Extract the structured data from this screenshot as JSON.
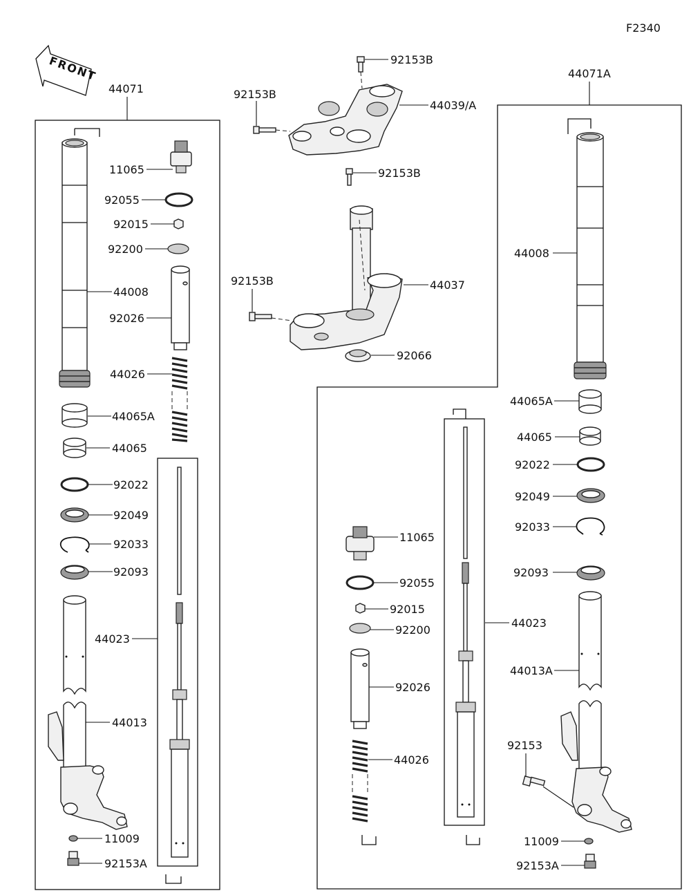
{
  "figure_code": "F2340",
  "front_label": "FRONT",
  "labels": {
    "left_assembly": "44071",
    "right_assembly": "44071A",
    "upper_bracket": "44039/A",
    "stem": "44037",
    "bolt_top": "92153B",
    "bolt_upper_left": "92153B",
    "bolt_stem_top": "92153B",
    "bolt_lower_left": "92153B",
    "stem_cap": "92066",
    "l_cap": "11065",
    "l_oring": "92055",
    "l_nut": "92015",
    "l_washer": "92200",
    "l_collar": "92026",
    "l_spring": "44026",
    "l_tube": "44008",
    "l_bush_a": "44065A",
    "l_bush": "44065",
    "l_washer2": "92022",
    "l_seal": "92049",
    "l_clip": "92033",
    "l_dust": "92093",
    "l_cylinder": "44023",
    "l_outer": "44013",
    "l_gasket": "11009",
    "l_bolt": "92153A",
    "r_tube": "44008",
    "r_bush_a": "44065A",
    "r_bush": "44065",
    "r_washer2": "92022",
    "r_seal": "92049",
    "r_clip": "92033",
    "r_dust": "92093",
    "r_cap": "11065",
    "r_oring": "92055",
    "r_nut": "92015",
    "r_washer": "92200",
    "r_cylinder": "44023",
    "r_outer": "44013A",
    "r_collar": "92026",
    "r_spring": "44026",
    "r_axle_bolt": "92153",
    "r_gasket": "11009",
    "r_bolt": "92153A"
  }
}
